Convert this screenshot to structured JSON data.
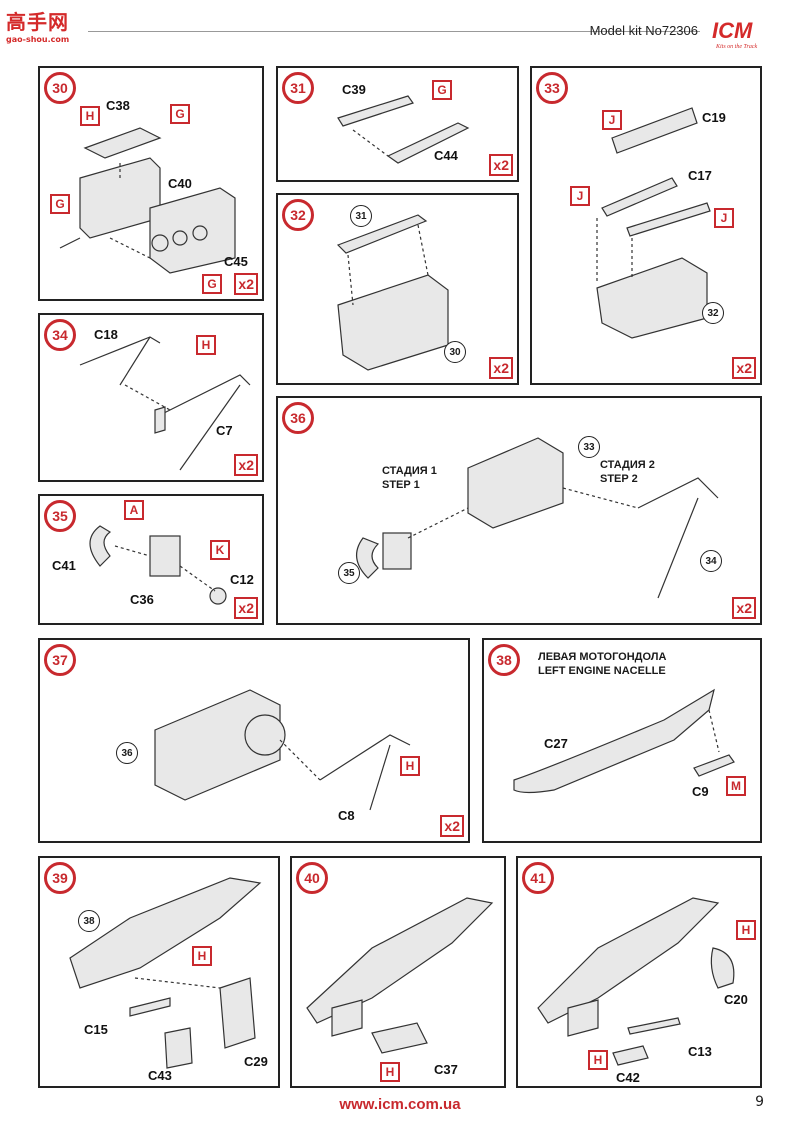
{
  "header": {
    "site_cn": "高手网",
    "site_url": "gao-shou.com",
    "model": "Model kit No72306",
    "brand": "ICM",
    "slogan": "Kits on the Track"
  },
  "steps": {
    "s30": {
      "num": "30",
      "mult": "x2",
      "parts": [
        "C38",
        "C40",
        "C45"
      ],
      "markers": [
        "H",
        "G",
        "G",
        "G"
      ]
    },
    "s31": {
      "num": "31",
      "mult": "x2",
      "parts": [
        "C39",
        "C44"
      ],
      "markers": [
        "G"
      ]
    },
    "s32": {
      "num": "32",
      "mult": "x2",
      "refs": [
        "31",
        "30"
      ]
    },
    "s33": {
      "num": "33",
      "mult": "x2",
      "parts": [
        "C19",
        "C17"
      ],
      "markers": [
        "J",
        "J",
        "J"
      ],
      "refs": [
        "32"
      ]
    },
    "s34": {
      "num": "34",
      "mult": "x2",
      "parts": [
        "C18",
        "C7"
      ],
      "markers": [
        "H"
      ]
    },
    "s35": {
      "num": "35",
      "mult": "x2",
      "parts": [
        "C41",
        "C36",
        "C12"
      ],
      "markers": [
        "A",
        "K"
      ]
    },
    "s36": {
      "num": "36",
      "mult": "x2",
      "stage1_ru": "СТАДИЯ 1",
      "stage1_en": "STEP 1",
      "stage2_ru": "СТАДИЯ 2",
      "stage2_en": "STEP 2",
      "refs": [
        "33",
        "35",
        "34"
      ]
    },
    "s37": {
      "num": "37",
      "mult": "x2",
      "parts": [
        "C8"
      ],
      "markers": [
        "H"
      ],
      "refs": [
        "36"
      ]
    },
    "s38": {
      "num": "38",
      "title_ru": "ЛЕВАЯ МОТОГОНДОЛА",
      "title_en": "LEFT ENGINE NACELLE",
      "parts": [
        "C27",
        "C9"
      ],
      "markers": [
        "M"
      ]
    },
    "s39": {
      "num": "39",
      "parts": [
        "C15",
        "C43",
        "C29"
      ],
      "markers": [
        "H"
      ],
      "refs": [
        "38"
      ]
    },
    "s40": {
      "num": "40",
      "parts": [
        "C37"
      ],
      "markers": [
        "H"
      ]
    },
    "s41": {
      "num": "41",
      "parts": [
        "C20",
        "C13",
        "C42"
      ],
      "markers": [
        "H",
        "H"
      ]
    }
  },
  "footer": {
    "url": "www.icm.com.ua",
    "page": "9"
  }
}
